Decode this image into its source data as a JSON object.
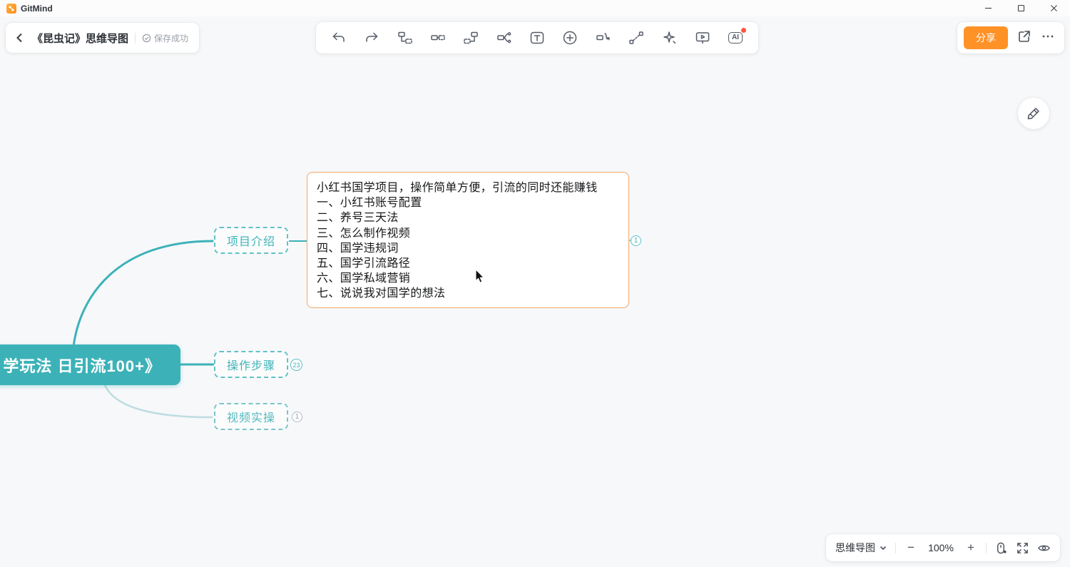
{
  "window": {
    "app_name": "GitMind"
  },
  "header": {
    "doc_title": "《昆虫记》思维导图",
    "save_status": "保存成功"
  },
  "toolbar": {
    "ai_label": "AI",
    "text_tool_label": "T"
  },
  "actions": {
    "share_label": "分享"
  },
  "mindmap": {
    "root_label": "学玩法 日引流100+》",
    "branch_project": "项目介绍",
    "branch_steps": "操作步骤",
    "branch_video": "视频实操",
    "badge_project": "1",
    "badge_steps": "23",
    "badge_video": "1",
    "detail_lines": [
      "小红书国学项目，操作简单方便，引流的同时还能赚钱",
      "一、小红书账号配置",
      "二、养号三天法",
      "三、怎么制作视频",
      "四、国学违规词",
      "五、国学引流路径",
      "六、国学私域营销",
      "七、说说我对国学的想法"
    ]
  },
  "footer": {
    "mode": "思维导图",
    "zoom_out": "−",
    "zoom": "100%",
    "zoom_in": "+"
  },
  "colors": {
    "accent_teal": "#3cb2b8",
    "accent_orange": "#ff9227",
    "detail_border": "#f2a868"
  }
}
